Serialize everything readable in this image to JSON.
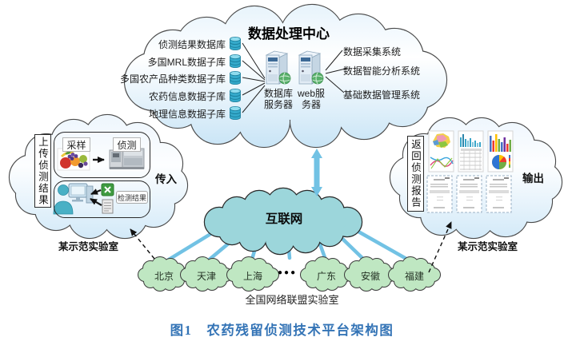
{
  "figure": {
    "caption": "图1　农药残留侦测技术平台架构图"
  },
  "data_center": {
    "title": "数据处理中心",
    "databases": [
      "侦测结果数据库",
      "多国MRL数据子库",
      "多国农产品种类数据子库",
      "农药信息数据子库",
      "地理信息数据子库"
    ],
    "servers": {
      "db": "数据库服务器",
      "web": "web服务器"
    },
    "systems": [
      "数据采集系统",
      "数据智能分析系统",
      "基础数据管理系统"
    ]
  },
  "upload_cloud": {
    "side_label": "上传侦测结果",
    "sampling": "采样",
    "detection": "侦测",
    "result": "检测结果",
    "flow": "传入",
    "lab": "某示范实验室"
  },
  "report_cloud": {
    "side_label": "返回侦测报告",
    "flow": "输出",
    "lab": "某示范实验室"
  },
  "internet": {
    "label": "互联网"
  },
  "network": {
    "cities": [
      "北京",
      "天津",
      "上海",
      "广东",
      "安徽",
      "福建"
    ],
    "ellipsis": "●●●",
    "label": "全国网络联盟实验室"
  },
  "colors": {
    "cloud_outline": "#4a4a4a",
    "internet_fill": "#9cd6db",
    "city_fill": "#a5d8a8",
    "link_blue": "#72c2e4",
    "caption_blue": "#3474b6",
    "database_icon": "#35aacb",
    "excel_green": "#3e9b41"
  }
}
